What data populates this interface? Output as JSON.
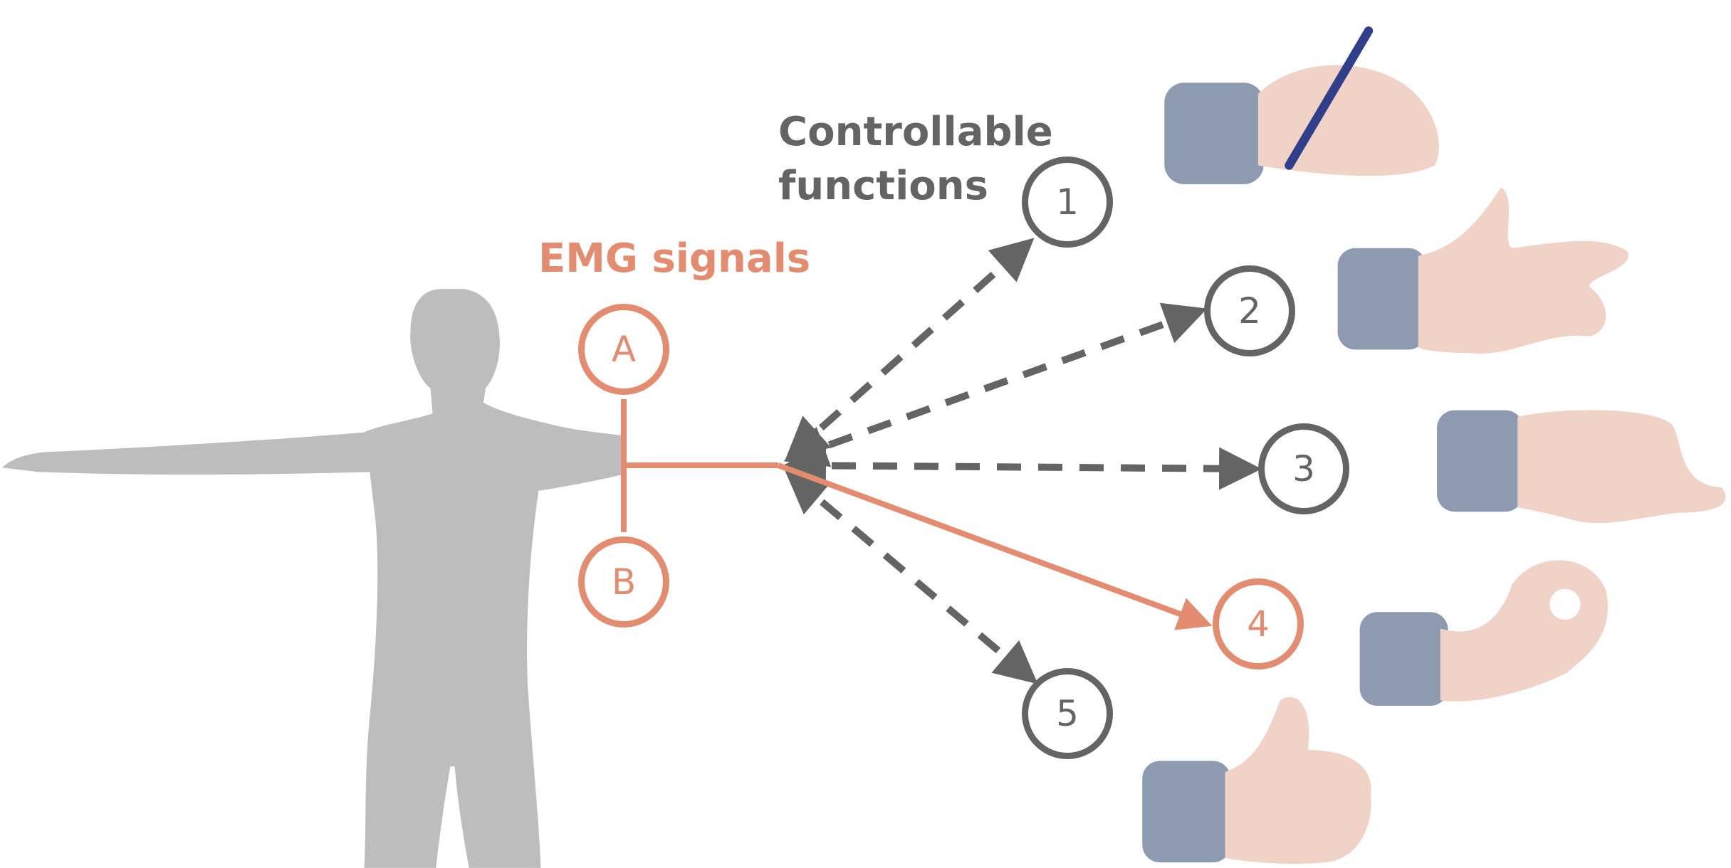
{
  "title": "Controllable functions",
  "title_lines": [
    "Controllable",
    "functions"
  ],
  "signals_label": "EMG signals",
  "electrodes": [
    "A",
    "B"
  ],
  "functions": [
    "1",
    "2",
    "3",
    "4",
    "5"
  ],
  "selected_function": "4",
  "colors": {
    "accent": "#e38c70",
    "neutral": "#646464",
    "silhouette": "#bdbdbd"
  }
}
